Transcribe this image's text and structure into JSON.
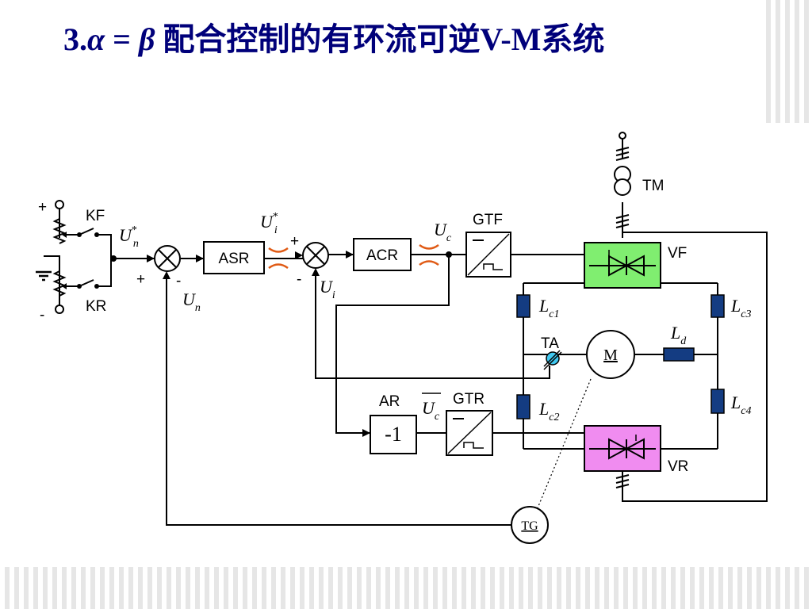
{
  "slide": {
    "title_num": "3.",
    "alpha": "α",
    "eq": " = ",
    "beta": "β",
    "title_text": " 配合控制的有环流可逆V-M系统"
  },
  "diagram": {
    "blocks": {
      "asr": "ASR",
      "acr": "ACR",
      "gtf": "GTF",
      "gtr": "GTR",
      "ar": "AR",
      "ar_gain": "-1",
      "vf": "VF",
      "vr": "VR",
      "tm": "TM",
      "ta": "TA",
      "motor": "M",
      "tg": "TG"
    },
    "switches": {
      "kf": "KF",
      "kr": "KR"
    },
    "signs": {
      "source_plus": "+",
      "source_minus": "-",
      "sum1_plus": "+",
      "sum1_minus": "-",
      "sum2_plus": "+",
      "sum2_minus": "-"
    },
    "signals": {
      "un_ref": {
        "main": "U",
        "sup": "*",
        "sub": "n"
      },
      "un": {
        "main": "U",
        "sub": "n"
      },
      "ui_ref": {
        "main": "U",
        "sup": "*",
        "sub": "i"
      },
      "ui": {
        "main": "U",
        "sub": "i"
      },
      "uc": {
        "main": "U",
        "sub": "c"
      },
      "uc_bar": {
        "main": "U",
        "sub": "c"
      }
    },
    "inductors": {
      "lc1": {
        "main": "L",
        "sub": "c1"
      },
      "lc2": {
        "main": "L",
        "sub": "c2"
      },
      "lc3": {
        "main": "L",
        "sub": "c3"
      },
      "lc4": {
        "main": "L",
        "sub": "c4"
      },
      "ld": {
        "main": "L",
        "sub": "d"
      }
    },
    "colors": {
      "vf_fill": "#80ee70",
      "vr_fill": "#f08cf0",
      "ta_fill": "#40c8f0",
      "inductor_fill": "#143c82",
      "limiter": "#e05a14",
      "title": "#00007a"
    }
  }
}
